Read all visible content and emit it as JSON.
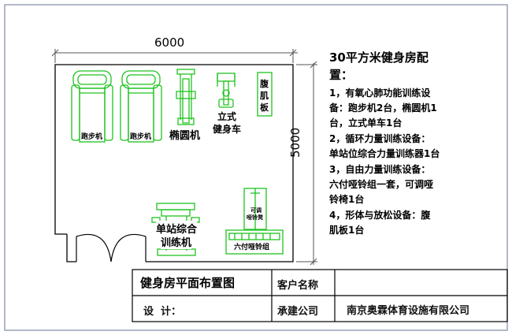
{
  "plan": {
    "width_label": "6000",
    "height_label": "5000",
    "equipment": [
      {
        "id": "treadmill-1",
        "label": "跑步机"
      },
      {
        "id": "treadmill-2",
        "label": "跑步机"
      },
      {
        "id": "elliptical",
        "label": "椭圆机"
      },
      {
        "id": "upright-bike",
        "label_lines": [
          "立式",
          "健身车"
        ]
      },
      {
        "id": "ab-board",
        "label_lines": [
          "腹",
          "肌",
          "板"
        ]
      },
      {
        "id": "single-station",
        "label_lines": [
          "单站综合",
          "训练机"
        ]
      },
      {
        "id": "adjustable-bench",
        "label_lines": [
          "可调",
          "哑铃凳"
        ]
      },
      {
        "id": "dumbbell-set",
        "label": "六付哑铃组"
      }
    ]
  },
  "spec": {
    "title_lines": [
      "30平方米健身房配",
      "置："
    ],
    "lines": [
      "1，有氧心肺功能训练设",
      "备：跑步机2台，椭圆机1",
      "台，立式单车1台",
      "2，循环力量训练设备：",
      "单站位综合力量训练器1台",
      "3，自由力量训练设备：",
      "六付哑铃组一套，可调哑",
      "铃椅1台",
      "4，形体与放松设备：腹",
      "肌板1台"
    ]
  },
  "title_block": {
    "drawing_title": "健身房平面布置图",
    "client_label": "客户名称",
    "designer_label": "设  计：",
    "builder_label": "承建公司",
    "builder_value": "南京奥霖体育设施有限公司"
  },
  "colors": {
    "equipment": "#1fc21f",
    "lines": "#000000",
    "dim": "#555555",
    "border": "#9aa0b8"
  }
}
